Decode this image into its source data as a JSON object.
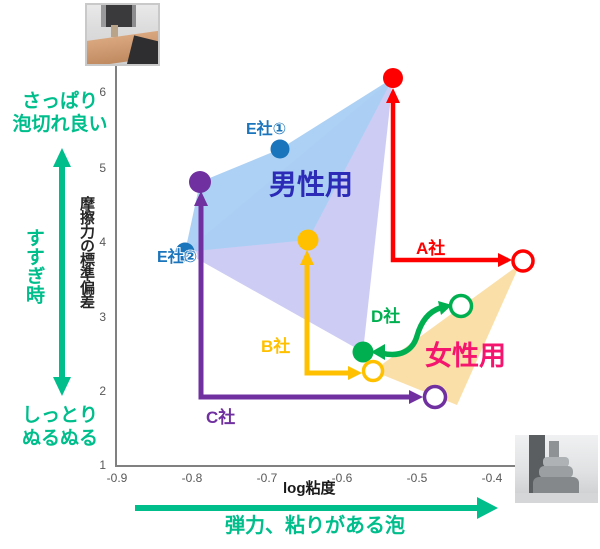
{
  "chart_data": {
    "type": "scatter",
    "title": "",
    "xlabel": "log粘度",
    "ylabel": "摩擦力の標準偏差",
    "xlim": [
      -0.9,
      -0.4
    ],
    "ylim": [
      1,
      6
    ],
    "x_ticks": [
      "-0.9",
      "-0.8",
      "-0.7",
      "-0.6",
      "-0.5",
      "-0.4"
    ],
    "y_ticks": [
      "6",
      "5",
      "4",
      "3",
      "2",
      "1"
    ],
    "grid": false,
    "series": [
      {
        "name": "男性用 (filled dots)",
        "marker": "filled-circle",
        "points": [
          {
            "company": "A社",
            "x": -0.53,
            "y": 6.2,
            "color": "#FF0000"
          },
          {
            "company": "E社①",
            "x": -0.68,
            "y": 5.3,
            "color": "#1B75BC"
          },
          {
            "company": "C社",
            "x": -0.79,
            "y": 4.8,
            "color": "#7030A0"
          },
          {
            "company": "B社",
            "x": -0.64,
            "y": 4.0,
            "color": "#FFC000"
          },
          {
            "company": "E社②",
            "x": -0.81,
            "y": 3.9,
            "color": "#1B75BC"
          },
          {
            "company": "D社",
            "x": -0.57,
            "y": 2.5,
            "color": "#00B050"
          }
        ]
      },
      {
        "name": "女性用 (open circles)",
        "marker": "open-circle",
        "points": [
          {
            "company": "A社",
            "x": -0.36,
            "y": 3.8,
            "color": "#FF0000"
          },
          {
            "company": "D社",
            "x": -0.44,
            "y": 3.2,
            "color": "#00B050"
          },
          {
            "company": "B社",
            "x": -0.56,
            "y": 2.3,
            "color": "#FFC000"
          },
          {
            "company": "C社",
            "x": -0.48,
            "y": 1.9,
            "color": "#7030A0"
          }
        ]
      }
    ],
    "regions": [
      {
        "label": "男性用",
        "color": "#A9CFF3",
        "vertices_xy": [
          [
            -0.53,
            6.2
          ],
          [
            -0.68,
            5.3
          ],
          [
            -0.79,
            4.8
          ],
          [
            -0.81,
            3.9
          ],
          [
            -0.64,
            4.0
          ]
        ]
      },
      {
        "label": "",
        "color": "#CDCCF4",
        "vertices_xy": [
          [
            -0.53,
            6.2
          ],
          [
            -0.81,
            3.9
          ],
          [
            -0.57,
            2.5
          ]
        ]
      },
      {
        "label": "女性用",
        "color": "#FBDFA8",
        "vertices_xy": [
          [
            -0.36,
            3.8
          ],
          [
            -0.56,
            2.3
          ],
          [
            -0.45,
            1.9
          ]
        ]
      }
    ],
    "arrows": [
      {
        "company": "A社",
        "color": "#FF0000",
        "style": "elbow-double-head",
        "between": [
          [
            -0.53,
            6.2
          ],
          [
            -0.36,
            3.8
          ]
        ]
      },
      {
        "company": "B社",
        "color": "#FFC000",
        "style": "elbow-double-head",
        "between": [
          [
            -0.64,
            4.0
          ],
          [
            -0.56,
            2.3
          ]
        ]
      },
      {
        "company": "C社",
        "color": "#7030A0",
        "style": "elbow-double-head",
        "between": [
          [
            -0.79,
            4.8
          ],
          [
            -0.48,
            1.9
          ]
        ]
      },
      {
        "company": "D社",
        "color": "#00B050",
        "style": "curve-double-head",
        "between": [
          [
            -0.57,
            2.5
          ],
          [
            -0.44,
            3.2
          ]
        ]
      }
    ],
    "legend_position": "none"
  },
  "labels": {
    "men": "男性用",
    "women": "女性用",
    "company_a": "A社",
    "company_b": "B社",
    "company_c": "C社",
    "company_d": "D社",
    "company_e1": "E社①",
    "company_e2": "E社②"
  },
  "axis": {
    "y_label": "摩擦力の標準偏差",
    "x_label": "log粘度",
    "y_ticks": [
      "6",
      "5",
      "4",
      "3",
      "2",
      "1"
    ],
    "x_ticks": [
      "-0.9",
      "-0.8",
      "-0.7",
      "-0.6",
      "-0.5",
      "-0.4"
    ]
  },
  "annotations": {
    "top_line1": "さっぱり",
    "top_line2": "泡切れ良い",
    "rinse": "すすぎ時",
    "bottom_line1": "しっとり",
    "bottom_line2": "ぬるぬる",
    "foam": "弾力、粘りがある泡"
  },
  "photos": {
    "top_left": "friction-measurement-on-arm-photo",
    "bottom_right": "foam-viscometer-instrument-photo"
  },
  "colors": {
    "men_region": "#A9CFF3",
    "men_overlap_region": "#CDCCF4",
    "women_region": "#FBDFA8",
    "company_a": "#FF0000",
    "company_b": "#FFC000",
    "company_c": "#7030A0",
    "company_d": "#00B050",
    "company_e": "#1B75BC",
    "men_text": "#2B2BB8",
    "women_text": "#F5146E",
    "annotation_teal": "#00BE8C",
    "axis_gray": "#808080"
  }
}
